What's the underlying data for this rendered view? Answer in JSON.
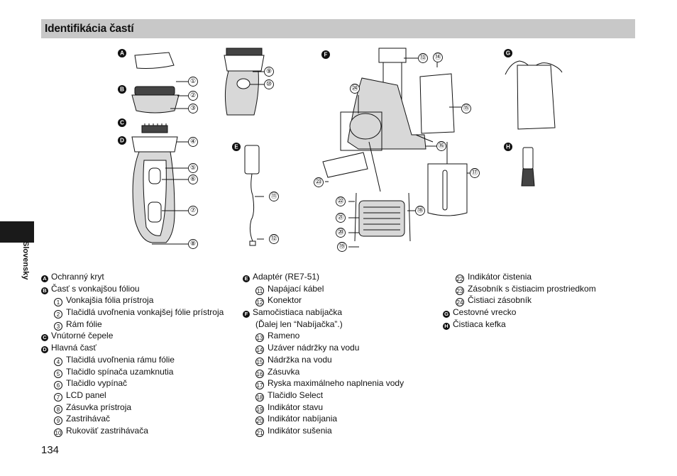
{
  "header": {
    "title": "Identifikácia častí"
  },
  "side_label": "Slovensky",
  "page_number": "134",
  "figure": {
    "letters": [
      "A",
      "B",
      "C",
      "D",
      "E",
      "F",
      "G",
      "H"
    ],
    "numbers": [
      "①",
      "②",
      "③",
      "④",
      "⑤",
      "⑥",
      "⑦",
      "⑧",
      "⑨",
      "⑩",
      "⑪",
      "⑫",
      "⑬",
      "⑭",
      "⑮",
      "⑯",
      "⑰",
      "⑱",
      "⑲",
      "⑳",
      "㉑",
      "㉒",
      "㉓",
      "㉔"
    ]
  },
  "legend": {
    "col1": [
      {
        "type": "letter",
        "badge": "A",
        "text": "Ochranný kryt"
      },
      {
        "type": "letter",
        "badge": "B",
        "text": "Časť s vonkajšou fóliou"
      },
      {
        "type": "num",
        "badge": "1",
        "text": "Vonkajšia fólia prístroja"
      },
      {
        "type": "num",
        "badge": "2",
        "text": "Tlačidlá uvoľnenia vonkajšej fólie prístroja"
      },
      {
        "type": "num",
        "badge": "3",
        "text": "Rám fólie"
      },
      {
        "type": "letter",
        "badge": "C",
        "text": "Vnútorné čepele"
      },
      {
        "type": "letter",
        "badge": "D",
        "text": "Hlavná časť"
      },
      {
        "type": "num",
        "badge": "4",
        "text": "Tlačidlá uvoľnenia rámu fólie"
      },
      {
        "type": "num",
        "badge": "5",
        "text": "Tlačidlo spínača uzamknutia"
      },
      {
        "type": "num",
        "badge": "6",
        "text": "Tlačidlo vypínač"
      },
      {
        "type": "num",
        "badge": "7",
        "text": "LCD panel"
      },
      {
        "type": "num",
        "badge": "8",
        "text": "Zásuvka prístroja"
      },
      {
        "type": "num",
        "badge": "9",
        "text": "Zastrihávač"
      },
      {
        "type": "num",
        "badge": "10",
        "text": "Rukoväť zastrihávača"
      }
    ],
    "col2": [
      {
        "type": "letter",
        "badge": "E",
        "text": "Adaptér (RE7-51)"
      },
      {
        "type": "num",
        "badge": "11",
        "text": "Napájací kábel"
      },
      {
        "type": "num",
        "badge": "12",
        "text": "Konektor"
      },
      {
        "type": "letter",
        "badge": "F",
        "text": "Samočistiaca nabíjačka"
      },
      {
        "type": "cont",
        "badge": "",
        "text": "(Ďalej len “Nabíjačka”.)"
      },
      {
        "type": "num",
        "badge": "13",
        "text": "Rameno"
      },
      {
        "type": "num",
        "badge": "14",
        "text": "Uzáver nádržky na vodu"
      },
      {
        "type": "num",
        "badge": "15",
        "text": "Nádržka na vodu"
      },
      {
        "type": "num",
        "badge": "16",
        "text": "Zásuvka"
      },
      {
        "type": "num",
        "badge": "17",
        "text": "Ryska maximálneho naplnenia vody"
      },
      {
        "type": "num",
        "badge": "18",
        "text": "Tlačidlo Select"
      },
      {
        "type": "num",
        "badge": "19",
        "text": "Indikátor stavu"
      },
      {
        "type": "num",
        "badge": "20",
        "text": "Indikátor nabíjania"
      },
      {
        "type": "num",
        "badge": "21",
        "text": "Indikátor sušenia"
      }
    ],
    "col3": [
      {
        "type": "num",
        "badge": "22",
        "text": "Indikátor čistenia"
      },
      {
        "type": "num",
        "badge": "23",
        "text": "Zásobník s čistiacim prostriedkom"
      },
      {
        "type": "num",
        "badge": "24",
        "text": "Čistiaci zásobník"
      },
      {
        "type": "letter",
        "badge": "G",
        "text": "Cestovné vrecko"
      },
      {
        "type": "letter",
        "badge": "H",
        "text": "Čistiaca kefka"
      }
    ]
  }
}
